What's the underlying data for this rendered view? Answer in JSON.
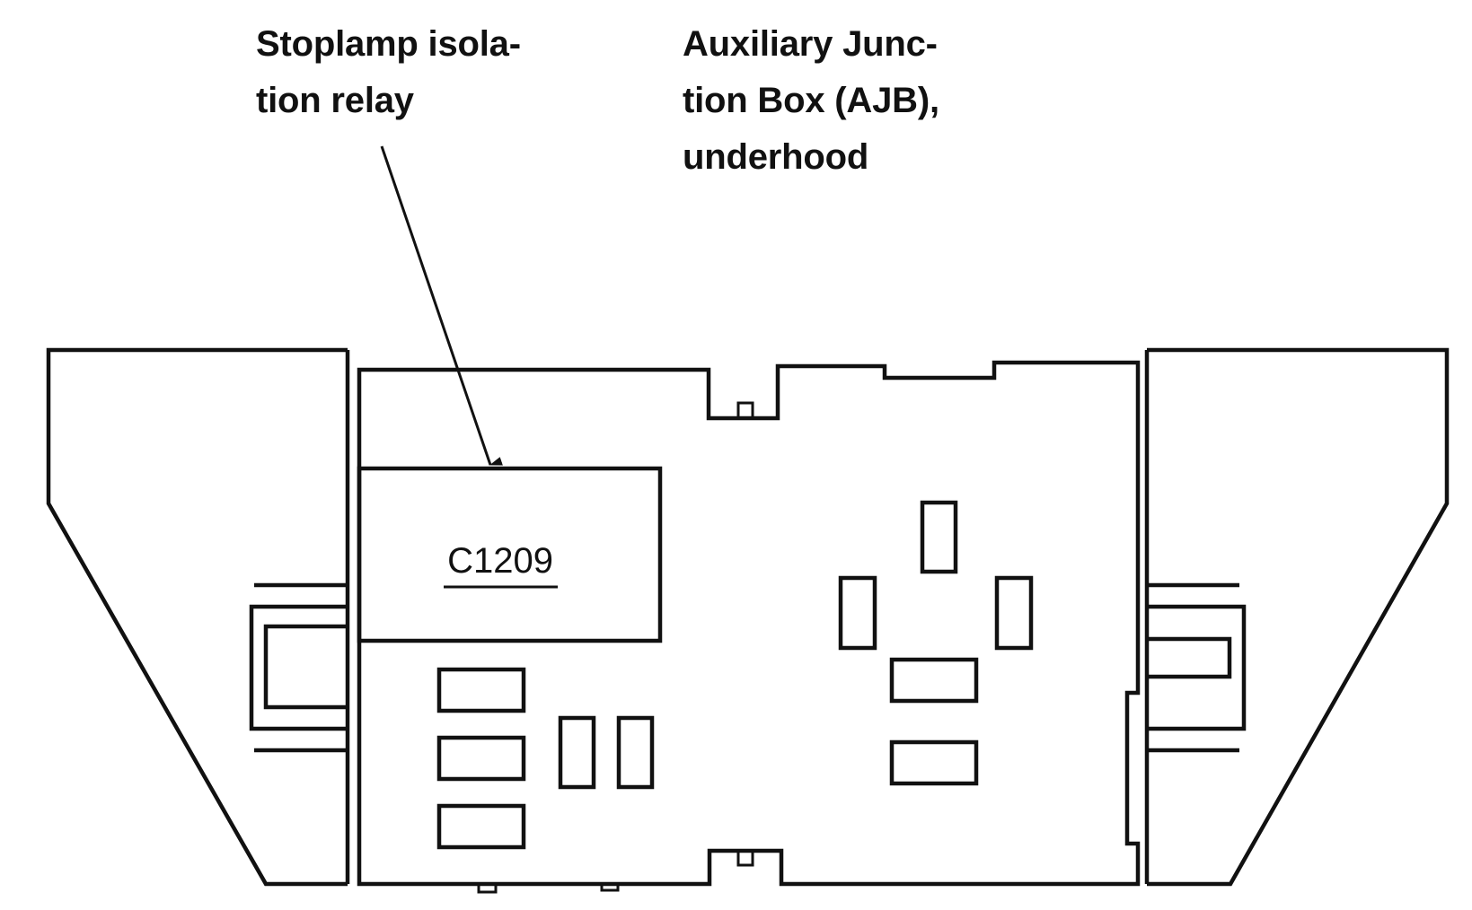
{
  "callouts": {
    "relay": {
      "line1": "Stoplamp isola-",
      "line2": "tion relay"
    },
    "ajb": {
      "line1": "Auxiliary Junc-",
      "line2": "tion Box (AJB),",
      "line3": "underhood"
    }
  },
  "connector": {
    "label": "C1209"
  },
  "colors": {
    "ink": "#111111",
    "background": "#ffffff"
  }
}
